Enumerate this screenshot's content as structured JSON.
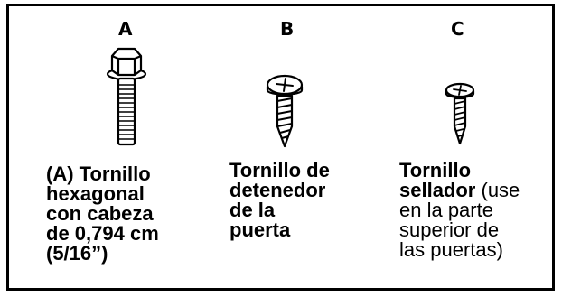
{
  "items": [
    {
      "letter": "A",
      "icon": "hex-head-bolt-icon",
      "lines": [
        {
          "bold": "(A) Tornillo",
          "normal": ""
        },
        {
          "bold": "hexagonal",
          "normal": ""
        },
        {
          "bold": "con cabeza",
          "normal": ""
        },
        {
          "bold": "de 0,794 cm",
          "normal": ""
        },
        {
          "bold": "(5/16”)",
          "normal": ""
        }
      ]
    },
    {
      "letter": "B",
      "icon": "phillips-pan-head-screw-icon",
      "lines": [
        {
          "bold": "Tornillo de",
          "normal": ""
        },
        {
          "bold": "detenedor",
          "normal": ""
        },
        {
          "bold": "de la",
          "normal": ""
        },
        {
          "bold": "puerta",
          "normal": ""
        }
      ]
    },
    {
      "letter": "C",
      "icon": "phillips-sealing-screw-icon",
      "lines": [
        {
          "bold": "Tornillo",
          "normal": ""
        },
        {
          "bold": "sellador",
          "normal": " (use"
        },
        {
          "bold": "",
          "normal": "en la parte"
        },
        {
          "bold": "",
          "normal": "superior de"
        },
        {
          "bold": "",
          "normal": "las puertas)"
        }
      ]
    }
  ]
}
